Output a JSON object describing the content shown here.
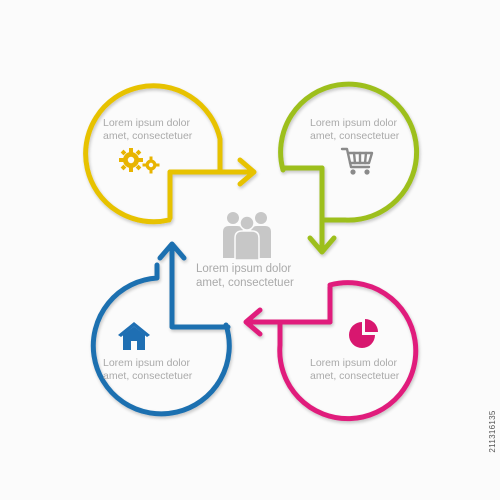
{
  "colors": {
    "yellow": "#e7c200",
    "green": "#9dbf1a",
    "pink": "#e01f7c",
    "blue": "#1b6fb0",
    "icon_gray": "#c7c7c7",
    "yellow_icon": "#e8b400",
    "cart_icon": "#8a8a8a",
    "house_icon": "#1f6fb3",
    "pie_icon": "#d8176f"
  },
  "steps": [
    {
      "id": "step-1",
      "color": "yellow",
      "icon": "gears-icon",
      "line1": "Lorem ipsum dolor",
      "line2": "amet, consectetuer"
    },
    {
      "id": "step-2",
      "color": "green",
      "icon": "shopping-cart-icon",
      "line1": "Lorem ipsum dolor",
      "line2": "amet, consectetuer"
    },
    {
      "id": "step-3",
      "color": "pink",
      "icon": "pie-chart-icon",
      "line1": "Lorem ipsum dolor",
      "line2": "amet, consectetuer"
    },
    {
      "id": "step-4",
      "color": "blue",
      "icon": "house-icon",
      "line1": "Lorem ipsum dolor",
      "line2": "amet, consectetuer"
    }
  ],
  "center": {
    "icon": "team-icon",
    "line1": "Lorem ipsum dolor",
    "line2": "amet, consectetuer"
  },
  "watermark": {
    "side_id": "211316135"
  }
}
